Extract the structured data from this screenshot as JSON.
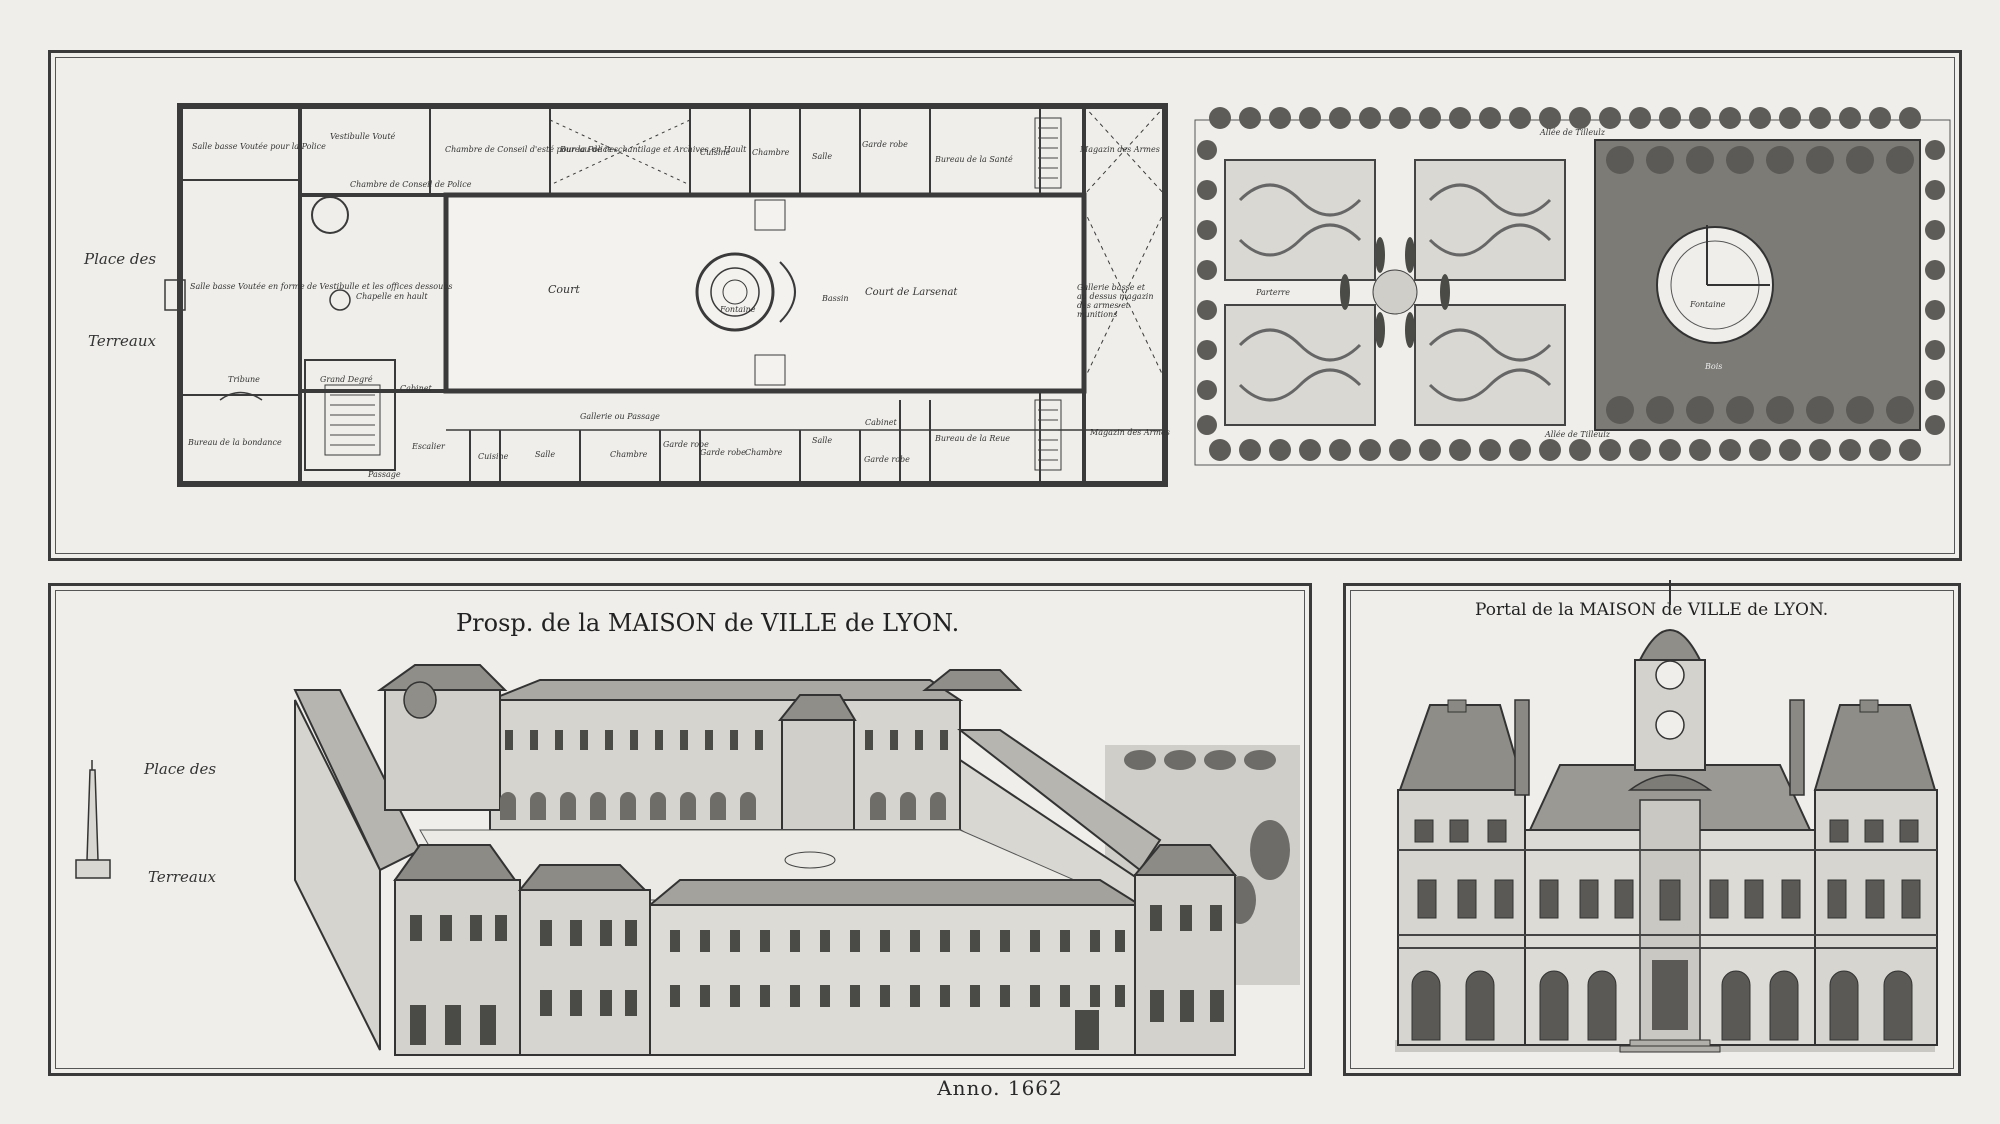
{
  "plan": {
    "place_top": "Place des",
    "place_bottom": "Terreaux",
    "rooms": {
      "salle_basse_voutee_police": "Salle basse Voutée pour la Police",
      "vestibulle_voute": "Vestibulle Vouté",
      "chambre_conseil_police": "Chambre de Conseil d'esté pour la Police",
      "bureau_eschantillage": "Bureau de l'eschantilage et Archives en Hault",
      "cuisine_top": "Cuisine",
      "chambre_top": "Chambre",
      "salle_top": "Salle",
      "garderobe_top": "Garde robe",
      "bureau_sante": "Bureau de la Santé",
      "magazin_armes_top": "Magazin des Armes",
      "chambre_conseil_hiver": "Chambre de Conseil de Police",
      "salle_basse_vestibulle": "Salle basse Voutée en forme de Vestibulle et les offices dessoubs",
      "chapelle": "Chapelle en hault",
      "court": "Court",
      "fontaine": "Fontaine",
      "bassin": "Bassin",
      "court_larsenat": "Court de Larsenat",
      "gallerie_larsenat": "Gallerie basse et au dessus magazin des armes et munitions",
      "tribune": "Tribune",
      "grand_degre": "Grand Degré",
      "cabinet_left": "Cabinet",
      "bureau_abondance": "Bureau de la bondance",
      "passage": "Passage",
      "escalier": "Escalier",
      "gallerie_passage": "Gallerie ou Passage",
      "cuisine_bottom": "Cuisine",
      "salle_bottom": "Salle",
      "chambre_bottom": "Chambre",
      "garderobe_b1": "Garde robe",
      "garderobe_b2": "Garde robe",
      "chambre_b2": "Chambre",
      "salle_b2": "Salle",
      "cabinet_b": "Cabinet",
      "garderobe_b3": "Garde robe",
      "bureau_reue": "Bureau de la Reue",
      "magazin_armes_bottom": "Magazin des Armes"
    },
    "garden": {
      "allee_top": "Allée de Tilleulz",
      "allee_bottom": "Allée de Tilleulz",
      "parterre": "Parterre",
      "fontaine": "Fontaine",
      "bois": "Bois"
    }
  },
  "prospect": {
    "title": "Prosp. de la MAISON de VILLE de LYON.",
    "place_top": "Place des",
    "place_bottom": "Terreaux"
  },
  "portal": {
    "title": "Portal de la MAISON de VILLE de LYON."
  },
  "anno": "Anno. 1662"
}
